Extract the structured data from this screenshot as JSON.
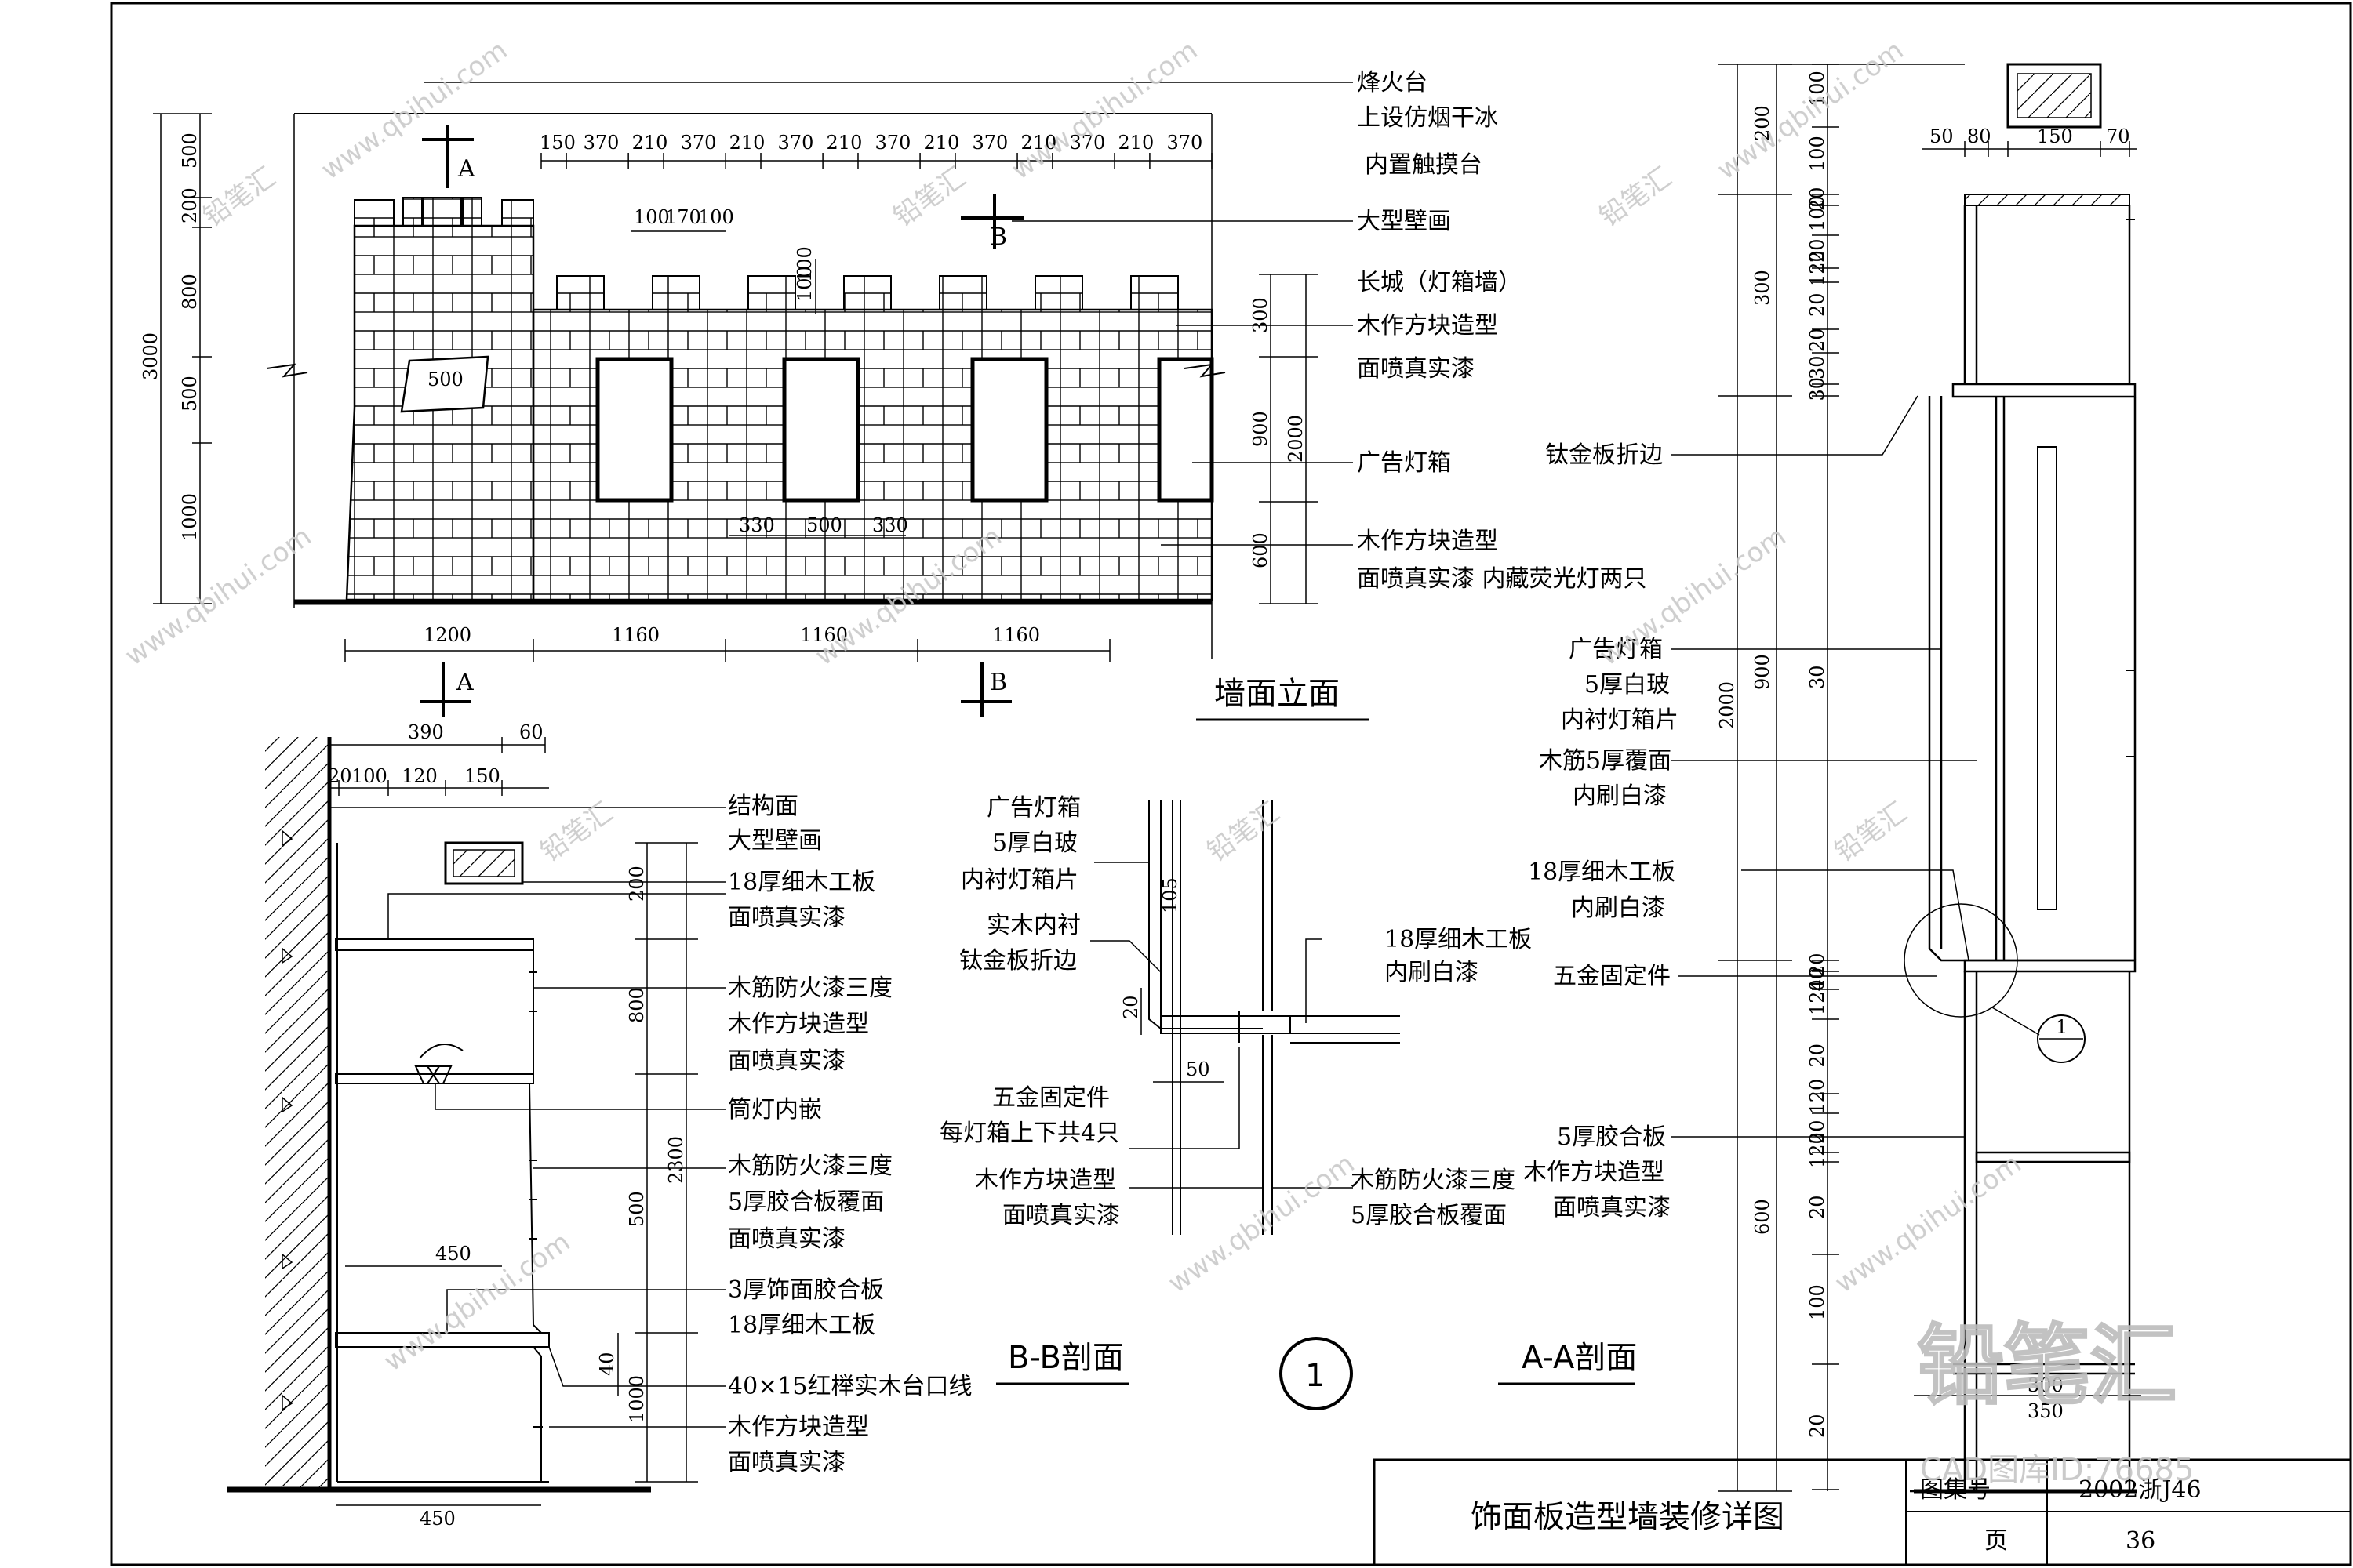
{
  "elevation": {
    "title": "墙面立面",
    "section_marks": [
      "A",
      "B",
      "A",
      "B"
    ],
    "top_dims": [
      "150",
      "370",
      "210",
      "370",
      "210",
      "370",
      "210",
      "370",
      "210",
      "370",
      "210",
      "370",
      "210",
      "370"
    ],
    "merlon_dims": [
      "100",
      "170",
      "100"
    ],
    "merlon_height_dims": [
      "100",
      "100"
    ],
    "left_dims": [
      "500",
      "200",
      "800",
      "500",
      "1000"
    ],
    "left_total": "3000",
    "right_dims": [
      "300",
      "900",
      "600"
    ],
    "right_total": "2000",
    "bottom_dims": [
      "1200",
      "1160",
      "1160",
      "1160"
    ],
    "window_dims": [
      "330",
      "500",
      "330"
    ],
    "tower_window_dim": "500",
    "notes": [
      [
        "烽火台",
        "上设仿烟干冰",
        "内置触摸台"
      ],
      [
        "大型壁画"
      ],
      [
        "长城（灯箱墙）",
        "木作方块造型",
        "面喷真实漆"
      ],
      [
        "广告灯箱"
      ],
      [
        "木作方块造型",
        "面喷真实漆   内藏荧光灯两只"
      ]
    ]
  },
  "bb": {
    "title": "B-B剖面",
    "top_dims": [
      "390",
      "60"
    ],
    "sub_dims": [
      "20",
      "100",
      "120",
      "150"
    ],
    "vert_dims": [
      "200",
      "800",
      "500",
      "1000"
    ],
    "vert_total": "2300",
    "small_dim": "40",
    "shelf_dims": [
      "450",
      "450"
    ],
    "notes": [
      [
        "结构面",
        "大型壁画"
      ],
      [
        "18厚细木工板",
        "面喷真实漆"
      ],
      [
        "木筋防火漆三度",
        "木作方块造型",
        "面喷真实漆"
      ],
      [
        "筒灯内嵌"
      ],
      [
        "木筋防火漆三度",
        "5厚胶合板覆面",
        "面喷真实漆"
      ],
      [
        "3厚饰面胶合板",
        "18厚细木工板"
      ],
      [
        "40×15红榉实木台口线"
      ],
      [
        "木作方块造型",
        "面喷真实漆"
      ]
    ]
  },
  "detail": {
    "circle_no": "1",
    "dims": [
      "105",
      "20",
      "50"
    ],
    "notes_left": [
      [
        "广告灯箱",
        "5厚白玻",
        "内衬灯箱片"
      ],
      [
        "实木内衬",
        "钛金板折边"
      ],
      [
        "五金固定件",
        "每灯箱上下共4只"
      ],
      [
        "木作方块造型",
        "面喷真实漆"
      ]
    ],
    "notes_right": [
      [
        "18厚细木工板",
        "内刷白漆"
      ],
      [
        "木筋防火漆三度",
        "5厚胶合板覆面"
      ]
    ]
  },
  "aa": {
    "title": "A-A剖面",
    "top_dims": [
      "50",
      "80",
      "150",
      "70"
    ],
    "bottom_dims": [
      "300",
      "350"
    ],
    "left_dims": [
      "200",
      "300",
      "900",
      "600"
    ],
    "left_total": "2000",
    "inner_dims": [
      "100",
      "100",
      "20",
      "100",
      "20",
      "120",
      "20",
      "20",
      "30",
      "30",
      "30",
      "20",
      "40",
      "120",
      "20",
      "120",
      "20",
      "120",
      "20",
      "100",
      "20"
    ],
    "callout_no": "1",
    "notes": [
      [
        "钛金板折边"
      ],
      [
        "广告灯箱",
        "5厚白玻",
        "内衬灯箱片"
      ],
      [
        "木筋5厚覆面",
        "内刷白漆"
      ],
      [
        "18厚细木工板",
        "内刷白漆"
      ],
      [
        "五金固定件"
      ],
      [
        "5厚胶合板",
        "木作方块造型",
        "面喷真实漆"
      ]
    ]
  },
  "title_block": {
    "title": "饰面板造型墙装修详图",
    "atlas_label": "图集号",
    "atlas_value": "2002浙J46",
    "page_label": "页",
    "page_value": "36"
  },
  "watermark": {
    "brand": "铅笔汇",
    "site": "www.qbihui.com",
    "cad_id": "CAD图库ID:76685"
  }
}
